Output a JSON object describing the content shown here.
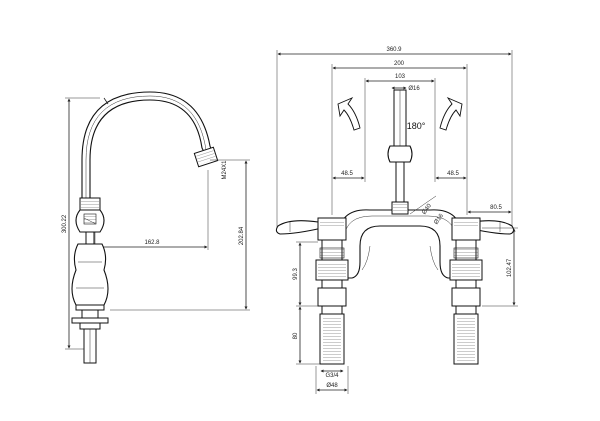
{
  "side_view": {
    "height_total": "300.22",
    "spout_reach": "162.8",
    "spout_height": "202.84",
    "thread": "M24X1"
  },
  "front_view": {
    "overall_width": "360.9",
    "centres": "200",
    "spout_body": "103",
    "spout_dia": "Ø16",
    "rotation": "180°",
    "left_offset": "48.5",
    "right_offset": "48.5",
    "handle_offset": "80.5",
    "bridge_dia": "Ø40",
    "bridge_dia_small": "Ø16",
    "valve_height": "99.3",
    "shank_length": "80",
    "right_height": "102.47",
    "connection": "G3/4",
    "base_dia": "Ø48"
  }
}
